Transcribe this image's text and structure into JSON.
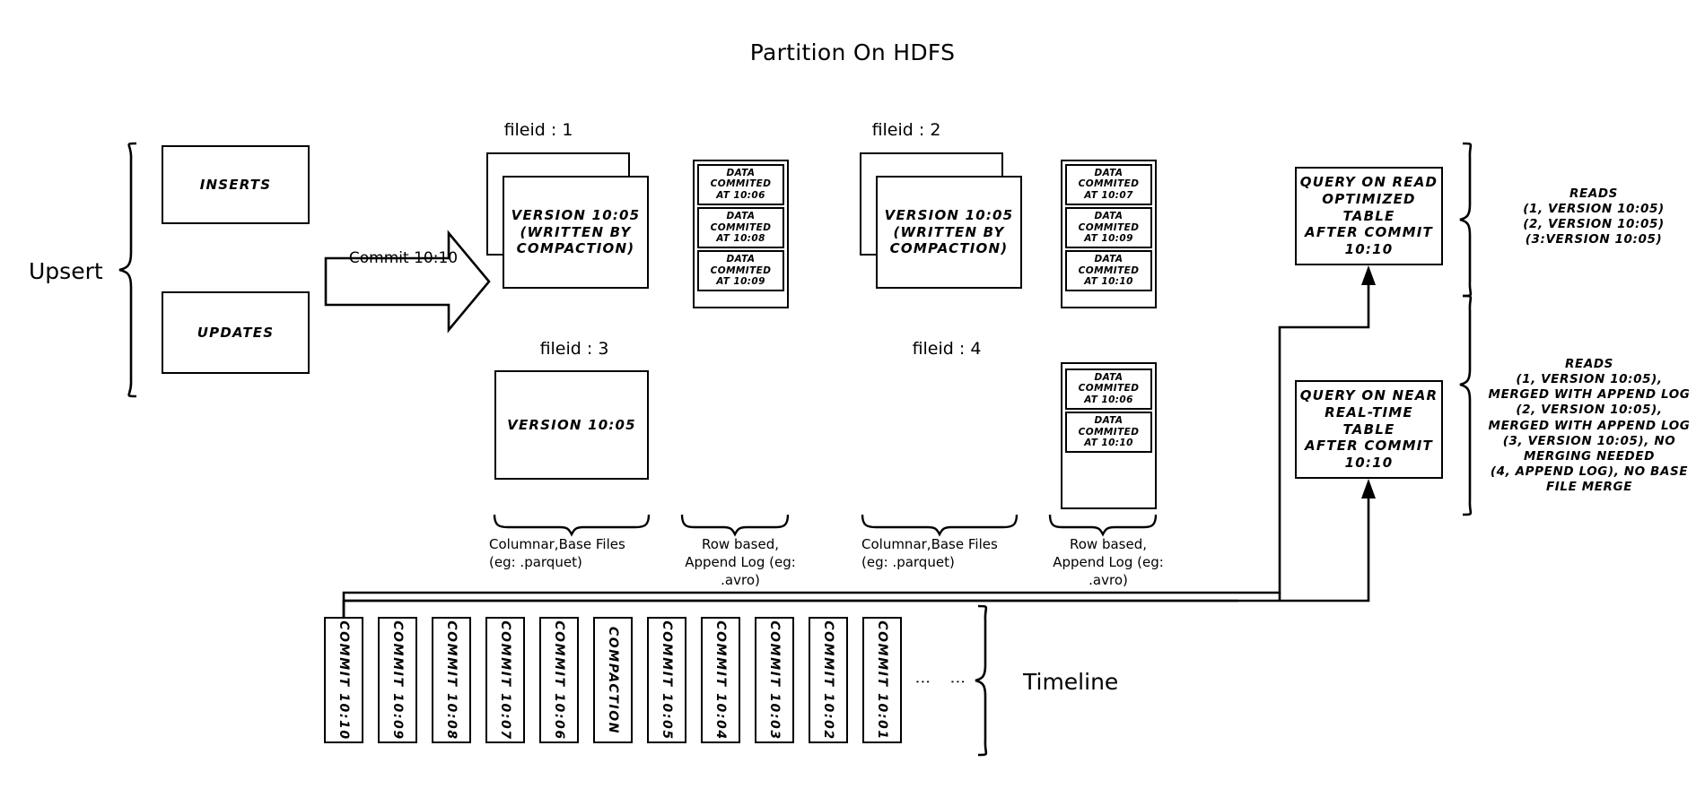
{
  "title": "Partition On HDFS",
  "left": {
    "upsert_label": "Upsert",
    "inserts_label": "INSERTS",
    "updates_label": "UPDATES",
    "commit_arrow_label": "Commit 10:10"
  },
  "file_groups": [
    {
      "caption": "fileid : 1",
      "base_file_label": "VERSION 10:05\n(WRITTEN BY\nCOMPACTION)",
      "base_file_line1": "VERSION 10:05",
      "base_file_line2": "(WRITTEN BY",
      "base_file_line3": "COMPACTION)",
      "log_entries": [
        "DATA COMMITED\nAT 10:06",
        "DATA COMMITED\nAT 10:08",
        "DATA COMMITED\nAT 10:09"
      ]
    },
    {
      "caption": "fileid : 2",
      "base_file_line1": "VERSION 10:05",
      "base_file_line2": "(WRITTEN BY",
      "base_file_line3": "COMPACTION)",
      "log_entries": [
        "DATA COMMITED\nAT 10:07",
        "DATA COMMITED\nAT 10:09",
        "DATA COMMITED\nAT 10:10"
      ]
    },
    {
      "caption": "fileid : 3",
      "base_file_line1": "VERSION 10:05",
      "log_entries": []
    },
    {
      "caption": "fileid : 4",
      "log_entries": [
        "DATA COMMITED\nAT 10:06",
        "DATA COMMITED\nAT 10:10"
      ]
    }
  ],
  "log_rows": {
    "f1": [
      {
        "l1": "DATA COMMITED",
        "l2": "AT 10:06"
      },
      {
        "l1": "DATA COMMITED",
        "l2": "AT 10:08"
      },
      {
        "l1": "DATA COMMITED",
        "l2": "AT 10:09"
      }
    ],
    "f2": [
      {
        "l1": "DATA COMMITED",
        "l2": "AT 10:07"
      },
      {
        "l1": "DATA COMMITED",
        "l2": "AT 10:09"
      },
      {
        "l1": "DATA COMMITED",
        "l2": "AT 10:10"
      }
    ],
    "f4": [
      {
        "l1": "DATA COMMITED",
        "l2": "AT 10:06"
      },
      {
        "l1": "DATA COMMITED",
        "l2": "AT 10:10"
      }
    ]
  },
  "bottom_captions": {
    "columnar_1": "Columnar, Base Files\n(eg: .parquet)",
    "columnar_1_l1": "Columnar,Base Files",
    "columnar_1_l2": "(eg: .parquet)",
    "rowbased_1_l1": "Row based,",
    "rowbased_1_l2": "Append Log  (eg:",
    "rowbased_1_l3": ".avro)",
    "columnar_2_l1": "Columnar,Base Files",
    "columnar_2_l2": "(eg: .parquet)",
    "rowbased_2_l1": "Row based,",
    "rowbased_2_l2": "Append Log  (eg:",
    "rowbased_2_l3": ".avro)"
  },
  "queries": {
    "read_optimized": {
      "l1": "QUERY ON READ",
      "l2": "OPTIMIZED TABLE",
      "l3": "AFTER COMMIT",
      "l4": "10:10"
    },
    "near_real_time": {
      "l1": "QUERY ON NEAR",
      "l2": "REAL-TIME TABLE",
      "l3": "AFTER COMMIT",
      "l4": "10:10"
    }
  },
  "reads": {
    "read_optimized": [
      "READS",
      "(1, VERSION 10:05)",
      "(2, VERSION 10:05)",
      "(3:VERSION 10:05)"
    ],
    "near_real_time": [
      "READS",
      "(1, VERSION 10:05),",
      "MERGED WITH APPEND LOG",
      "(2, VERSION 10:05),",
      "MERGED WITH APPEND LOG",
      "(3, VERSION 10:05), NO",
      "MERGING NEEDED",
      "(4, APPEND LOG), NO BASE",
      "FILE MERGE"
    ]
  },
  "timeline": {
    "label": "Timeline",
    "cells": [
      "COMMIT  10:10",
      "COMMIT  10:09",
      "COMMIT  10:08",
      "COMMIT  10:07",
      "COMMIT  10:06",
      "COMPACTION",
      "COMMIT  10:05",
      "COMMIT  10:04",
      "COMMIT  10:03",
      "COMMIT  10:02",
      "COMMIT  10:01"
    ],
    "ellipsis_1": "⋮",
    "ellipsis_2": "⋮"
  },
  "colors": {
    "stroke": "#000000",
    "background": "#ffffff"
  }
}
